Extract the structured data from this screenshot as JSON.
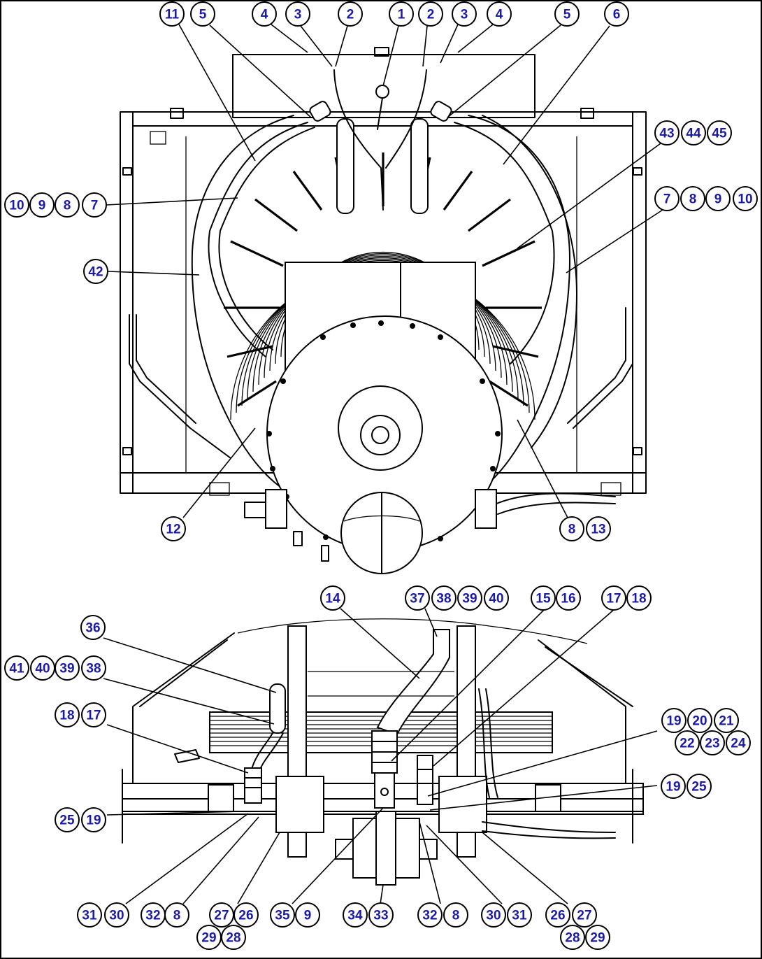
{
  "callouts": [
    {
      "label": "11"
    },
    {
      "label": "5"
    },
    {
      "label": "4"
    },
    {
      "label": "3"
    },
    {
      "label": "2"
    },
    {
      "label": "1"
    },
    {
      "label": "2"
    },
    {
      "label": "3"
    },
    {
      "label": "4"
    },
    {
      "label": "5"
    },
    {
      "label": "6"
    },
    {
      "label": "43"
    },
    {
      "label": "44"
    },
    {
      "label": "45"
    },
    {
      "label": "10"
    },
    {
      "label": "9"
    },
    {
      "label": "8"
    },
    {
      "label": "7"
    },
    {
      "label": "7"
    },
    {
      "label": "8"
    },
    {
      "label": "9"
    },
    {
      "label": "10"
    },
    {
      "label": "42"
    },
    {
      "label": "12"
    },
    {
      "label": "8"
    },
    {
      "label": "13"
    },
    {
      "label": "14"
    },
    {
      "label": "37"
    },
    {
      "label": "38"
    },
    {
      "label": "39"
    },
    {
      "label": "40"
    },
    {
      "label": "15"
    },
    {
      "label": "16"
    },
    {
      "label": "17"
    },
    {
      "label": "18"
    },
    {
      "label": "36"
    },
    {
      "label": "41"
    },
    {
      "label": "40"
    },
    {
      "label": "39"
    },
    {
      "label": "38"
    },
    {
      "label": "18"
    },
    {
      "label": "17"
    },
    {
      "label": "19"
    },
    {
      "label": "20"
    },
    {
      "label": "21"
    },
    {
      "label": "22"
    },
    {
      "label": "23"
    },
    {
      "label": "24"
    },
    {
      "label": "19"
    },
    {
      "label": "25"
    },
    {
      "label": "25"
    },
    {
      "label": "19"
    },
    {
      "label": "31"
    },
    {
      "label": "30"
    },
    {
      "label": "32"
    },
    {
      "label": "8"
    },
    {
      "label": "27"
    },
    {
      "label": "26"
    },
    {
      "label": "29"
    },
    {
      "label": "28"
    },
    {
      "label": "35"
    },
    {
      "label": "9"
    },
    {
      "label": "34"
    },
    {
      "label": "33"
    },
    {
      "label": "32"
    },
    {
      "label": "8"
    },
    {
      "label": "30"
    },
    {
      "label": "31"
    },
    {
      "label": "26"
    },
    {
      "label": "27"
    },
    {
      "label": "28"
    },
    {
      "label": "29"
    }
  ]
}
